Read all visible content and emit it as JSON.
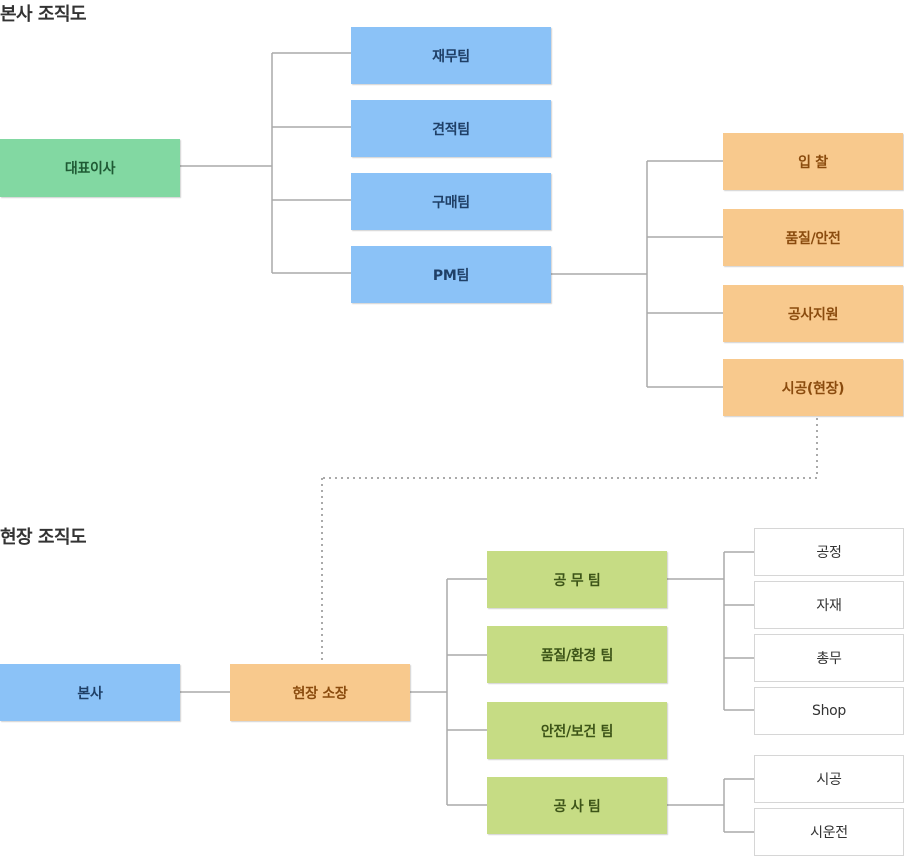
{
  "hq": {
    "title": "본사 조직도",
    "ceo": "대표이사",
    "teams": [
      "재무팀",
      "견적팀",
      "구매팀",
      "PM팀"
    ],
    "pm_sub": [
      "입 찰",
      "품질/안전",
      "공사지원",
      "시공(현장)"
    ]
  },
  "site": {
    "title": "현장 조직도",
    "hq": "본사",
    "manager": "현장 소장",
    "teams": [
      "공 무 팀",
      "품질/환경 팀",
      "안전/보건 팀",
      "공 사 팀"
    ],
    "engineering_sub": [
      "공정",
      "자재",
      "총무",
      "Shop"
    ],
    "construction_sub": [
      "시공",
      "시운전"
    ]
  },
  "colors": {
    "ceo": "#82d8a2",
    "hq_team": "#8bc2f7",
    "pm_sub": "#f8c98d",
    "site_team": "#c6dc84",
    "line": "#aaaaaa"
  }
}
